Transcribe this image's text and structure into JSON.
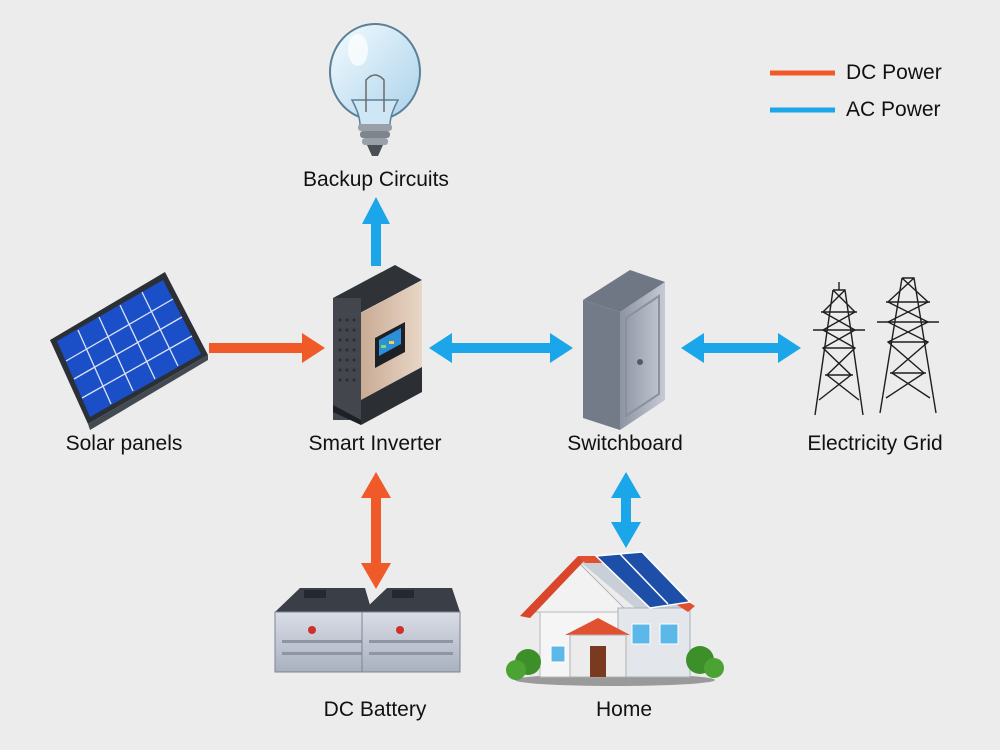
{
  "legend": {
    "dc": {
      "label": "DC Power",
      "color": "#f05a28"
    },
    "ac": {
      "label": "AC Power",
      "color": "#1aa6e8"
    }
  },
  "nodes": {
    "backup": {
      "label": "Backup Circuits",
      "icon": "light-bulb-icon"
    },
    "solar": {
      "label": "Solar panels",
      "icon": "solar-panel-icon"
    },
    "inverter": {
      "label": "Smart Inverter",
      "icon": "inverter-icon"
    },
    "switchboard": {
      "label": "Switchboard",
      "icon": "switchboard-icon"
    },
    "grid": {
      "label": "Electricity Grid",
      "icon": "power-tower-icon"
    },
    "battery": {
      "label": "DC Battery",
      "icon": "battery-icon"
    },
    "home": {
      "label": "Home",
      "icon": "house-icon"
    }
  },
  "edges": [
    {
      "from": "inverter",
      "to": "backup",
      "type": "ac",
      "direction": "one-way"
    },
    {
      "from": "solar",
      "to": "inverter",
      "type": "dc",
      "direction": "one-way"
    },
    {
      "from": "inverter",
      "to": "switchboard",
      "type": "ac",
      "direction": "two-way"
    },
    {
      "from": "switchboard",
      "to": "grid",
      "type": "ac",
      "direction": "two-way"
    },
    {
      "from": "inverter",
      "to": "battery",
      "type": "dc",
      "direction": "two-way"
    },
    {
      "from": "switchboard",
      "to": "home",
      "type": "ac",
      "direction": "two-way"
    }
  ]
}
